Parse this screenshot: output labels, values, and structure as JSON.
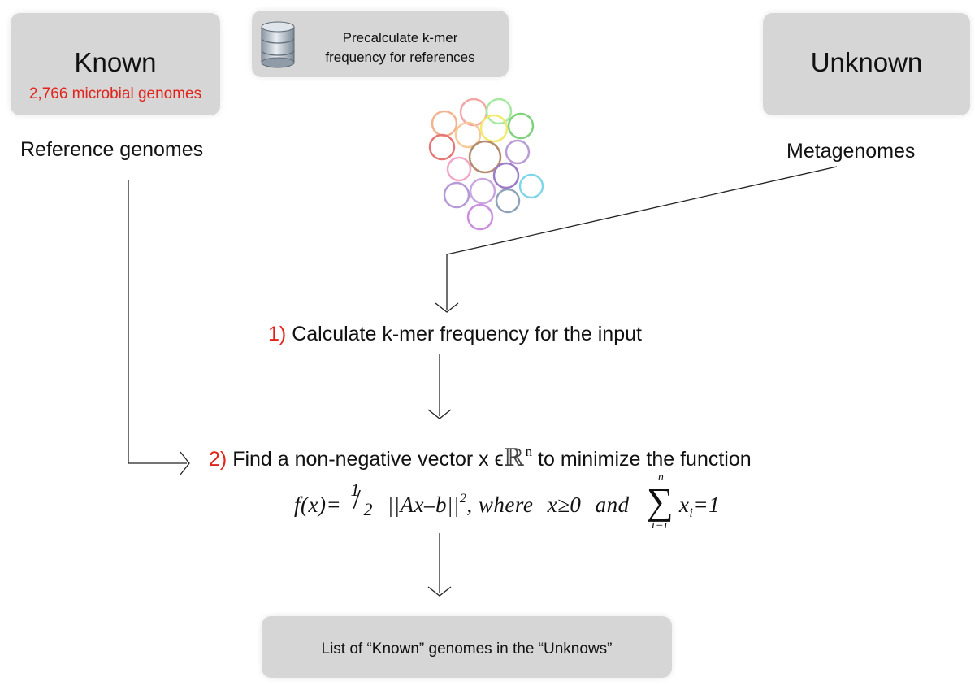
{
  "known_box": {
    "title": "Known",
    "subtitle": "2,766 microbial genomes"
  },
  "precalc_box": {
    "line1": "Precalculate k-mer",
    "line2": "frequency for references"
  },
  "unknown_box": {
    "title": "Unknown"
  },
  "reference_label": "Reference genomes",
  "metagenomes_label": "Metagenomes",
  "step1": {
    "number": "1)",
    "text": "Calculate k-mer frequency for the input"
  },
  "step2": {
    "number": "2)",
    "text_before": "Find a non-negative vector x ϵ",
    "real_symbol": "ℝ",
    "superscript": "n",
    "text_after": "to minimize the function"
  },
  "formula": {
    "lhs": "f(x)=",
    "half_num": "1",
    "half_den": "2",
    "norm": "||Ax–b||",
    "norm_exp": "2",
    "comma_where": ", where",
    "constraint": "x≥0",
    "and": "and",
    "sum_top": "n",
    "sum_bottom": "i=i",
    "sum_term": "x",
    "sum_sub": "i",
    "sum_eq": "=1"
  },
  "result_box": {
    "text": "List of “Known” genomes in the “Unknows”"
  },
  "database_icon": "database-icon",
  "circles_icon": "kmer-circles-cluster",
  "colors": {
    "box_fill": "#d6d6d6",
    "accent_red": "#e2231a",
    "line": "#222222"
  }
}
